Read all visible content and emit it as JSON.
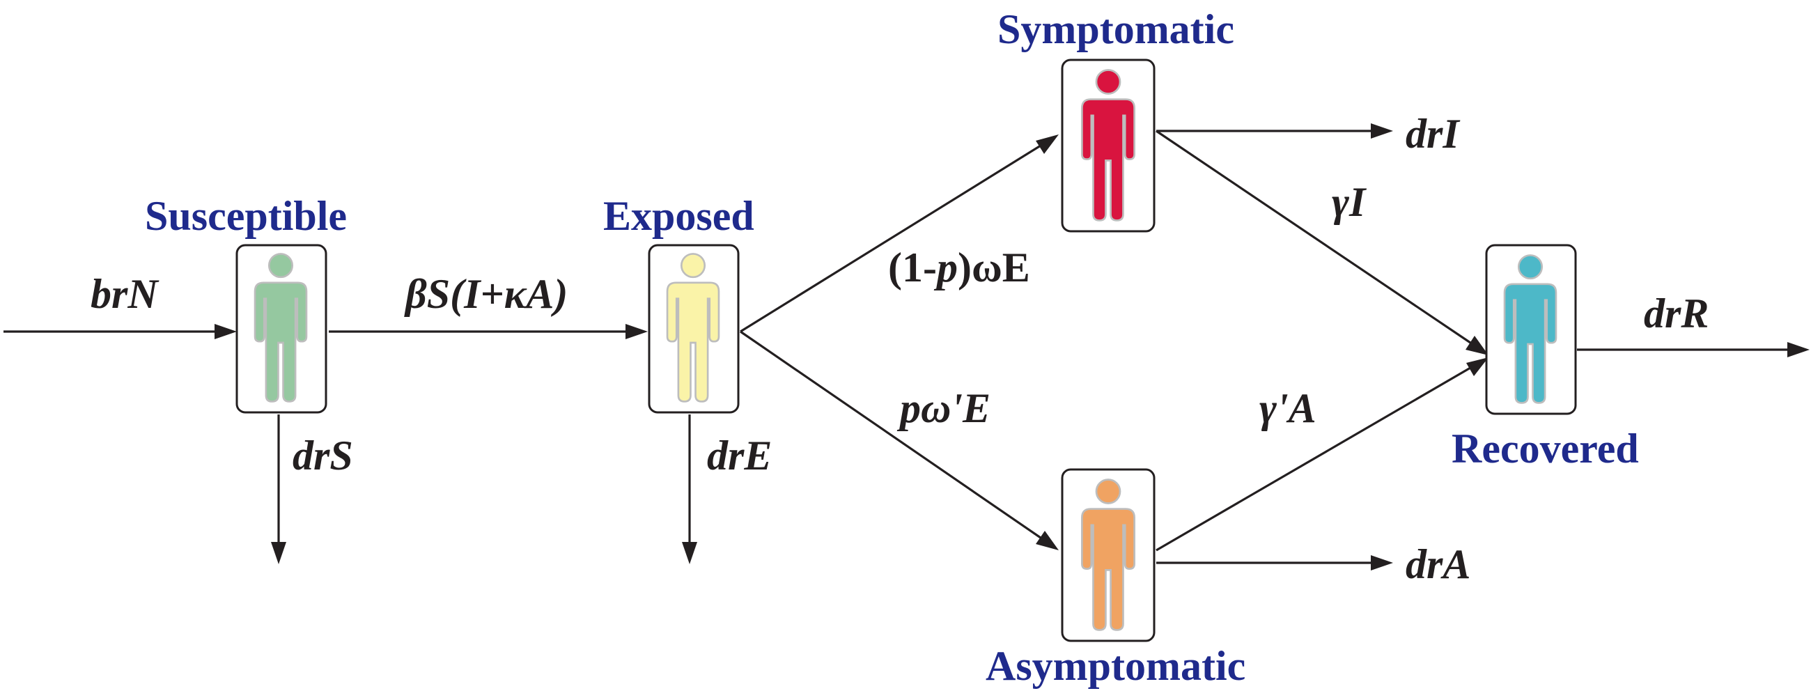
{
  "compartments": {
    "susceptible": {
      "label": "Susceptible",
      "color": "#95c8a0"
    },
    "exposed": {
      "label": "Exposed",
      "color": "#faf3a8"
    },
    "symptomatic": {
      "label": "Symptomatic",
      "color": "#d9143f"
    },
    "asymptomatic": {
      "label": "Asymptomatic",
      "color": "#f0a362"
    },
    "recovered": {
      "label": "Recovered",
      "color": "#4db8c8"
    }
  },
  "rates": {
    "birth_in": "brN",
    "death_s": "drS",
    "infection": "βS(I+κA)",
    "death_e": "drE",
    "to_symptomatic": {
      "prefix": "(1-",
      "p": "p",
      "suffix": ")ωE"
    },
    "to_asymptomatic": "pω'E",
    "death_i": "drI",
    "recovery_i": "γI",
    "recovery_a": "γ'A",
    "death_a": "drA",
    "death_r": "drR"
  },
  "title_color": "#1f2a8c"
}
